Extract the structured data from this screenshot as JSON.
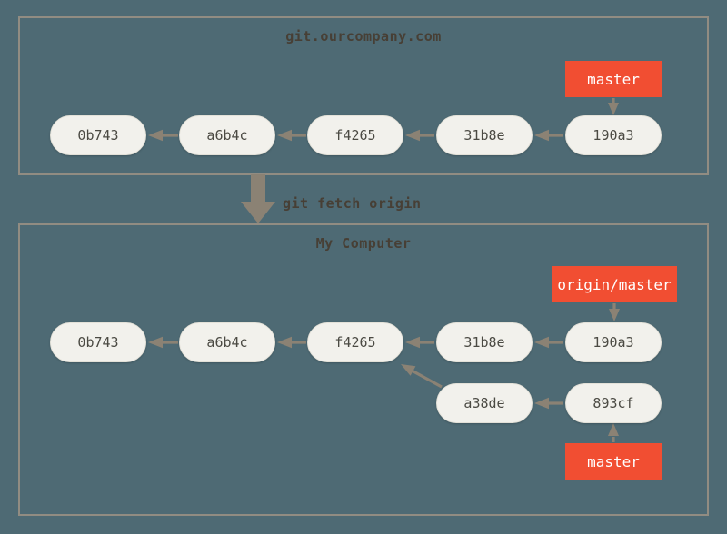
{
  "colors": {
    "background": "#4e6a74",
    "box_border": "#918c82",
    "node_fill": "#f2f1ec",
    "node_border": "#e3e1d8",
    "node_text": "#4b4a43",
    "branch_fill": "#f14e32",
    "branch_text": "#ffffff",
    "arrow": "#8b8274",
    "label_text": "#473f35"
  },
  "remote": {
    "title": "git.ourcompany.com",
    "commits": [
      "0b743",
      "a6b4c",
      "f4265",
      "31b8e",
      "190a3"
    ],
    "branch_label": "master"
  },
  "fetch": {
    "command": "git fetch origin"
  },
  "local": {
    "title": "My Computer",
    "commits": [
      "0b743",
      "a6b4c",
      "f4265",
      "31b8e",
      "190a3"
    ],
    "branch_commits": [
      "a38de",
      "893cf"
    ],
    "remote_branch_label": "origin/master",
    "branch_label": "master"
  }
}
